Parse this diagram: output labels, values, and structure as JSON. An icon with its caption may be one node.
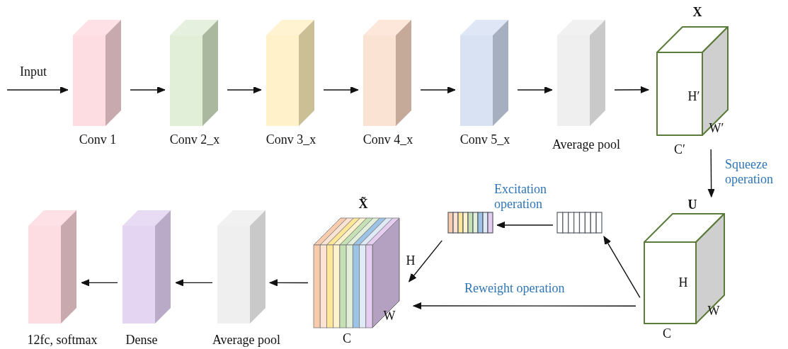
{
  "diagram": {
    "nodes": [
      {
        "text": [],
        "shape": "box",
        "beside": [
          "Conv 1"
        ]
      },
      {
        "text": [],
        "shape": "box",
        "beside": [
          "Conv 2_x"
        ]
      },
      {
        "text": [],
        "shape": "box",
        "beside": [
          "Conv 3_x"
        ]
      },
      {
        "text": [],
        "shape": "box",
        "beside": [
          "Conv 4_x"
        ]
      },
      {
        "text": [],
        "shape": "box",
        "beside": [
          "Conv 5_x"
        ]
      },
      {
        "text": [],
        "shape": "box",
        "beside": [
          "Average pool"
        ]
      },
      {
        "text": [
          "X",
          "H′",
          "W′"
        ],
        "beside": [
          "C′"
        ]
      },
      {
        "text": [
          "U",
          "H",
          "W"
        ],
        "beside": [
          "C"
        ]
      },
      {
        "text": [],
        "shape": "bar"
      },
      {
        "text": [],
        "shape": "bar"
      },
      {
        "text": [
          "X̃",
          "W"
        ],
        "beside": [
          "H",
          "C"
        ]
      },
      {
        "text": [],
        "shape": "box",
        "beside": [
          "Average pool"
        ]
      },
      {
        "text": [],
        "shape": "box",
        "beside": [
          "Dense"
        ]
      },
      {
        "text": [],
        "shape": "box",
        "beside": [
          "12fc, softmax"
        ]
      }
    ],
    "edges": [
      {
        "from": null,
        "to": 0,
        "arrow": "to",
        "label": "Input"
      },
      {
        "from": 0,
        "to": 1,
        "arrow": "to"
      },
      {
        "from": 1,
        "to": 2,
        "arrow": "to"
      },
      {
        "from": 2,
        "to": 3,
        "arrow": "to"
      },
      {
        "from": 3,
        "to": 4,
        "arrow": "to"
      },
      {
        "from": 4,
        "to": 5,
        "arrow": "to"
      },
      {
        "from": 5,
        "to": 6,
        "arrow": "to"
      },
      {
        "from": 6,
        "to": 7,
        "arrow": "to",
        "label": "Squeeze operation"
      },
      {
        "from": 7,
        "to": 9,
        "arrow": "to"
      },
      {
        "from": 9,
        "to": 8,
        "arrow": "to",
        "label": "Excitation operation"
      },
      {
        "from": 8,
        "to": 10,
        "arrow": "to"
      },
      {
        "from": 7,
        "to": 10,
        "arrow": "to",
        "label": "Reweight operation"
      },
      {
        "from": 10,
        "to": 11,
        "arrow": "to"
      },
      {
        "from": 11,
        "to": 12,
        "arrow": "to"
      },
      {
        "from": 12,
        "to": 13,
        "arrow": "to"
      }
    ]
  }
}
